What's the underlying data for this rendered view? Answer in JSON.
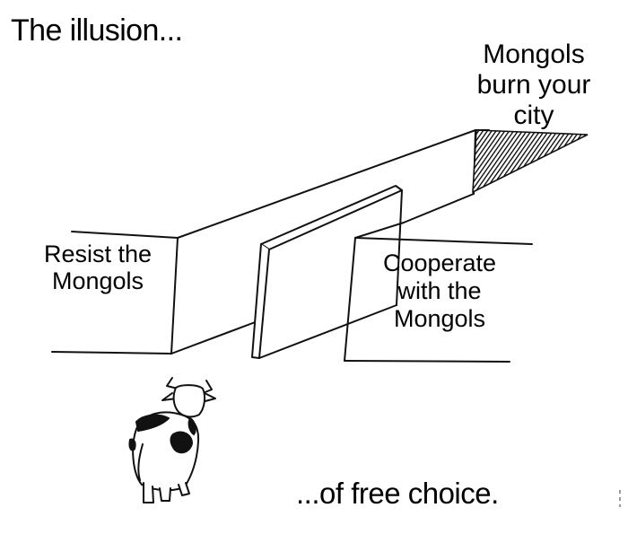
{
  "meme": {
    "top_caption": "The illusion...",
    "bottom_caption": "...of free choice.",
    "path_labels": {
      "burn": "Mongols\nburn your\ncity",
      "resist": "Resist the\nMongols",
      "cooperate": "Cooperate\nwith the\nMongols"
    },
    "icons": {
      "figure": "cow-icon",
      "shadow": "shadow-icon"
    },
    "colors": {
      "ink": "#000000",
      "paper": "#ffffff"
    }
  }
}
